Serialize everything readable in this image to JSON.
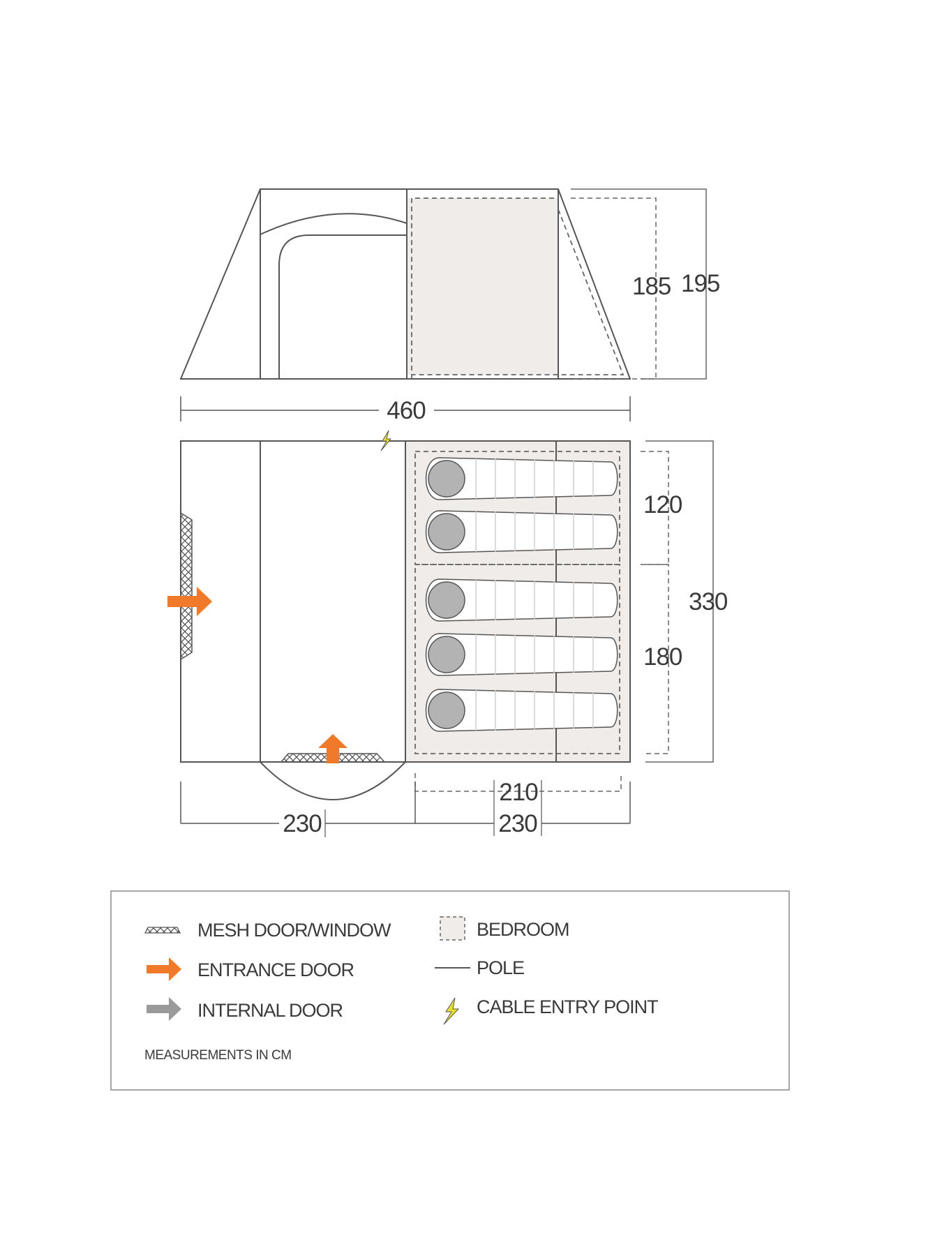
{
  "dimensions": {
    "inner_height": "185",
    "outer_height": "195",
    "total_length": "460",
    "bedroom_top_width": "120",
    "bedroom_bottom_width": "180",
    "total_width": "330",
    "bedroom_depth": "210",
    "living_length": "230",
    "bedroom_length": "230"
  },
  "legend": {
    "mesh": "MESH DOOR/WINDOW",
    "entrance": "ENTRANCE DOOR",
    "internal": "INTERNAL DOOR",
    "bedroom": "BEDROOM",
    "pole": "POLE",
    "cable": "CABLE ENTRY POINT",
    "note": "MEASUREMENTS IN CM"
  },
  "colors": {
    "line": "#555555",
    "bedroom_fill": "#f0ecea",
    "entrance_arrow": "#f07a2a",
    "internal_arrow": "#9a9a9a",
    "cable_icon": "#e8e02a"
  }
}
